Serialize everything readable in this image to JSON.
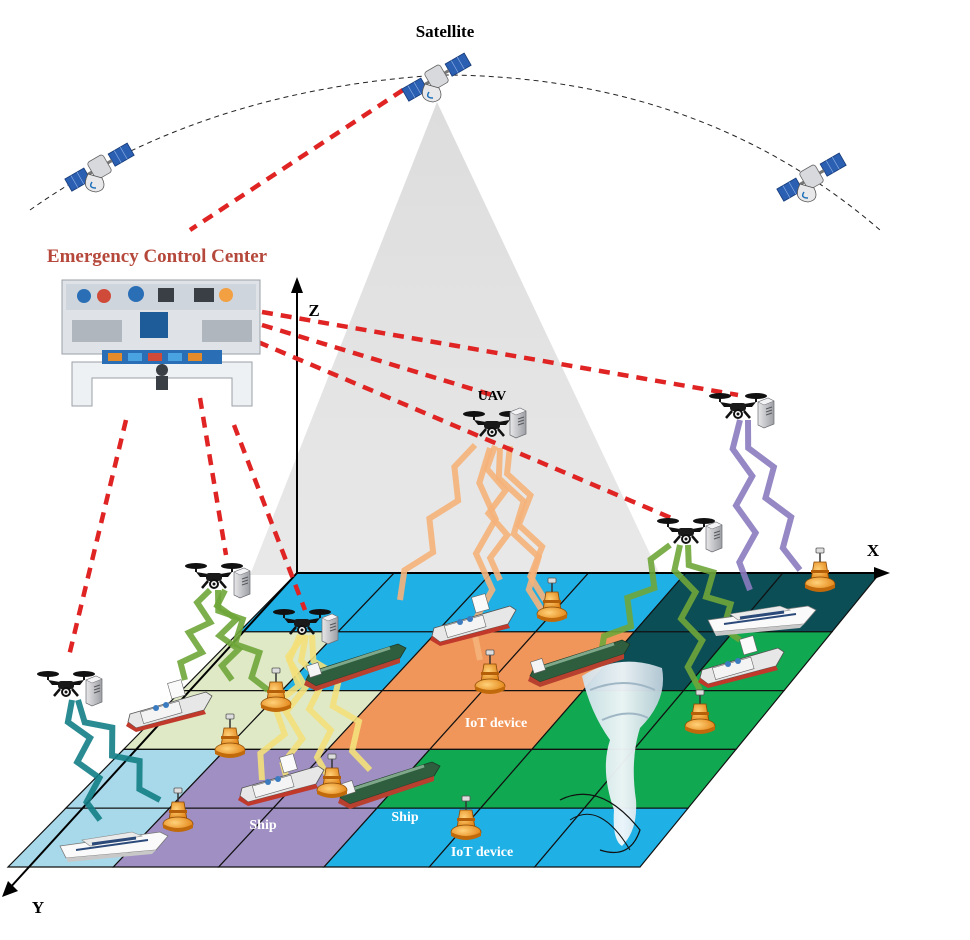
{
  "labels": {
    "satellite": "Satellite",
    "control_center": "Emergency Control Center",
    "uav": "UAV",
    "iot_device_1": "IoT device",
    "iot_device_2": "IoT device",
    "ship_1": "Ship",
    "ship_2": "Ship",
    "axis_x": "X",
    "axis_y": "Y",
    "axis_z": "Z"
  },
  "colors": {
    "control_center_label": "#b5483b",
    "link_dashed": "#e02424",
    "zone_cyan": "#1fb0e6",
    "zone_orange": "#f0965a",
    "zone_purple": "#9f8fc3",
    "zone_green": "#10a850",
    "zone_lightgreen": "#dfe9c5",
    "zone_lightblue": "#a8d9ea",
    "zone_darkteal": "#0b4e56",
    "beam_orange": "#f5b27a",
    "beam_green": "#6fa63a",
    "beam_yellow": "#f3e07a",
    "beam_purple": "#8a7bbf",
    "beam_teal": "#137e86"
  }
}
